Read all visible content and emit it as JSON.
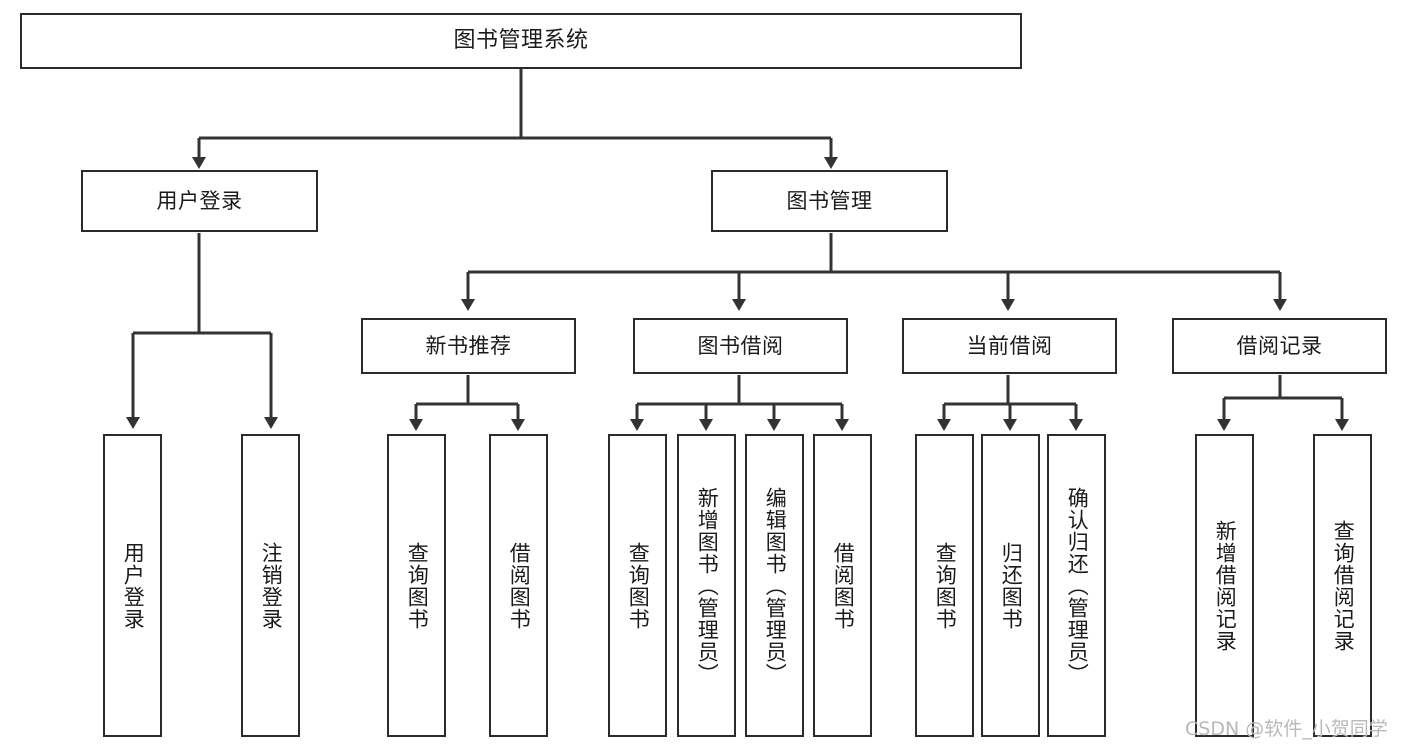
{
  "diagram": {
    "type": "tree",
    "title": "图书管理系统",
    "root": {
      "id": "root",
      "label": "图书管理系统"
    },
    "level1": [
      {
        "id": "user-login",
        "label": "用户登录"
      },
      {
        "id": "book-manage",
        "label": "图书管理"
      }
    ],
    "level2": [
      {
        "id": "new-book-recommend",
        "label": "新书推荐",
        "parent": "book-manage"
      },
      {
        "id": "book-borrow",
        "label": "图书借阅",
        "parent": "book-manage"
      },
      {
        "id": "current-borrow",
        "label": "当前借阅",
        "parent": "book-manage"
      },
      {
        "id": "borrow-record",
        "label": "借阅记录",
        "parent": "book-manage"
      }
    ],
    "leaves": [
      {
        "id": "leaf-user-login",
        "label": "用户登录",
        "parent": "user-login"
      },
      {
        "id": "leaf-user-logout",
        "label": "注销登录",
        "parent": "user-login"
      },
      {
        "id": "leaf-query-book-1",
        "label": "查询图书",
        "parent": "new-book-recommend"
      },
      {
        "id": "leaf-borrow-book-1",
        "label": "借阅图书",
        "parent": "new-book-recommend"
      },
      {
        "id": "leaf-query-book-2",
        "label": "查询图书",
        "parent": "book-borrow"
      },
      {
        "id": "leaf-add-book",
        "label": "新增图书（管理员）",
        "parent": "book-borrow"
      },
      {
        "id": "leaf-edit-book",
        "label": "编辑图书（管理员）",
        "parent": "book-borrow"
      },
      {
        "id": "leaf-borrow-book-2",
        "label": "借阅图书",
        "parent": "book-borrow"
      },
      {
        "id": "leaf-query-book-3",
        "label": "查询图书",
        "parent": "current-borrow"
      },
      {
        "id": "leaf-return-book",
        "label": "归还图书",
        "parent": "current-borrow"
      },
      {
        "id": "leaf-confirm-return",
        "label": "确认归还（管理员）",
        "parent": "current-borrow"
      },
      {
        "id": "leaf-add-record",
        "label": "新增借阅记录",
        "parent": "borrow-record"
      },
      {
        "id": "leaf-query-record",
        "label": "查询借阅记录",
        "parent": "borrow-record"
      }
    ]
  },
  "watermark": {
    "text": "CSDN @软件_小贺同学"
  },
  "colors": {
    "background": "#ffffff",
    "box_border": "#2b2b2b",
    "box_fill": "#ffffff",
    "connector": "#333333",
    "text": "#1b1b1b",
    "watermark": "#b9b9b9"
  }
}
